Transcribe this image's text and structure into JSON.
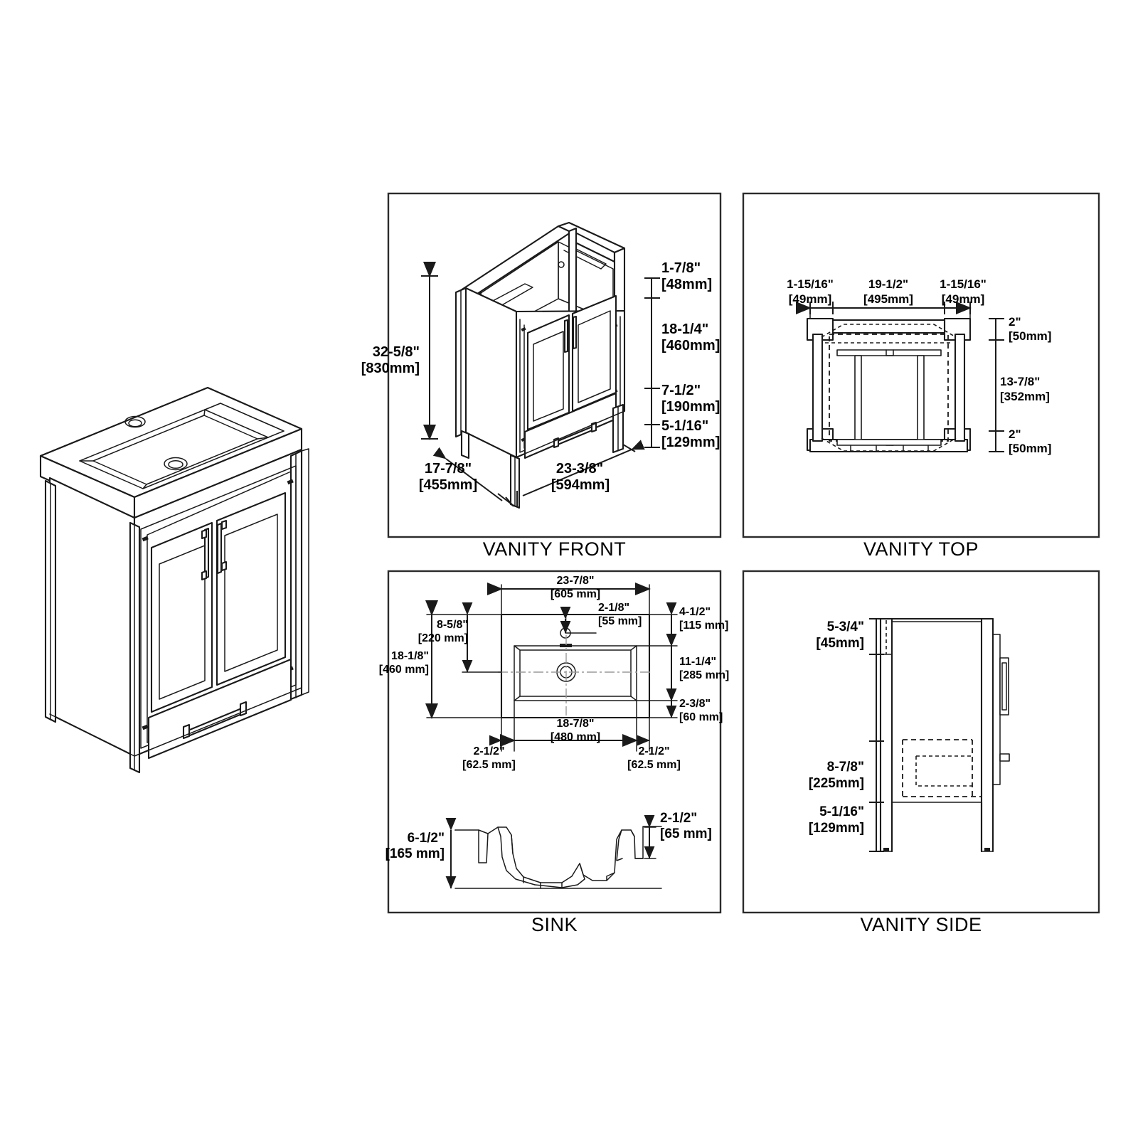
{
  "sheet": {
    "background": "#ffffff",
    "line_color": "#1a1a1a"
  },
  "panels": [
    {
      "id": "vanity-front",
      "title": "VANITY FRONT"
    },
    {
      "id": "vanity-top",
      "title": "VANITY TOP"
    },
    {
      "id": "sink",
      "title": "SINK"
    },
    {
      "id": "vanity-side",
      "title": "VANITY SIDE"
    }
  ],
  "hero": {
    "name": "vanity-isometric-illustration",
    "description": "Isometric line drawing of a single-sink bathroom vanity with two doors, one drawer and integrated sink top"
  },
  "vanity_front": {
    "height_overall_in": "32-5/8\"",
    "height_overall_mm": "[830mm]",
    "top_band_in": "1-7/8\"",
    "top_band_mm": "[48mm]",
    "door_height_in": "18-1/4\"",
    "door_height_mm": "[460mm]",
    "drawer_height_in": "7-1/2\"",
    "drawer_height_mm": "[190mm]",
    "leg_height_in": "5-1/16\"",
    "leg_height_mm": "[129mm]",
    "depth_in": "17-7/8\"",
    "depth_mm": "[455mm]",
    "width_in": "23-3/8\"",
    "width_mm": "[594mm]"
  },
  "vanity_top": {
    "left_margin_in": "1-15/16\"",
    "left_margin_mm": "[49mm]",
    "inner_width_in": "19-1/2\"",
    "inner_width_mm": "[495mm]",
    "right_margin_in": "1-15/16\"",
    "right_margin_mm": "[49mm]",
    "top_rail_in": "2\"",
    "top_rail_mm": "[50mm]",
    "inner_depth_in": "13-7/8\"",
    "inner_depth_mm": "[352mm]",
    "bottom_rail_in": "2\"",
    "bottom_rail_mm": "[50mm]"
  },
  "sink": {
    "overall_width_in": "23-7/8\"",
    "overall_width_mm": "[605 mm]",
    "overall_depth_in": "18-1/8\"",
    "overall_depth_mm": "[460 mm]",
    "faucet_offset_in": "2-1/8\"",
    "faucet_offset_mm": "[55 mm]",
    "back_ledge_in": "4-1/2\"",
    "back_ledge_mm": "[115 mm]",
    "basin_to_center_in": "8-5/8\"",
    "basin_to_center_mm": "[220 mm]",
    "basin_depth_in": "11-1/4\"",
    "basin_depth_mm": "[285 mm]",
    "front_ledge_in": "2-3/8\"",
    "front_ledge_mm": "[60 mm]",
    "basin_width_in": "18-7/8\"",
    "basin_width_mm": "[480 mm]",
    "side_margin_left_in": "2-1/2\"",
    "side_margin_left_mm": "[62.5 mm]",
    "side_margin_right_in": "2-1/2\"",
    "side_margin_right_mm": "[62.5 mm]",
    "section_total_height_in": "6-1/2\"",
    "section_total_height_mm": "[165 mm]",
    "section_rim_height_in": "2-1/2\"",
    "section_rim_height_mm": "[65 mm]"
  },
  "vanity_side": {
    "top_section_in": "5-3/4\"",
    "top_section_mm": "[45mm]",
    "drawer_section_in": "8-7/8\"",
    "drawer_section_mm": "[225mm]",
    "leg_section_in": "5-1/16\"",
    "leg_section_mm": "[129mm]"
  }
}
